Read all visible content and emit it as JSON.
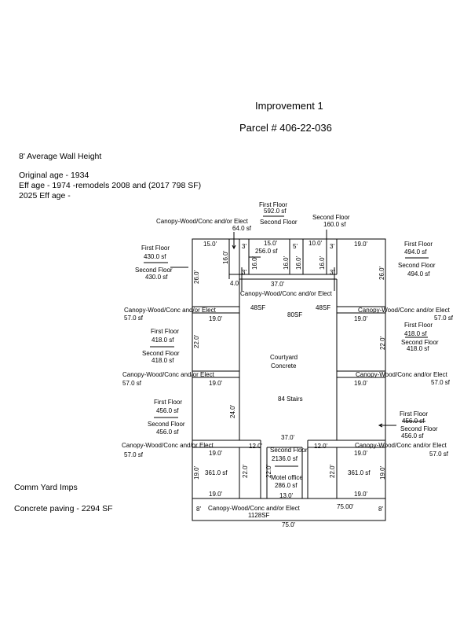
{
  "header": {
    "title": "Improvement 1",
    "parcel": "Parcel # 406-22-036"
  },
  "notes": {
    "wall_height": "8' Average Wall Height",
    "original_age": "Original age - 1934",
    "eff_age": "Eff age - 1974 -remodels 2008 and (2017 798 SF)",
    "eff_age_2025": "2025 Eff age -",
    "comm_yard": "Comm Yard Imps",
    "concrete_paving": "Concrete paving - 2294 SF"
  },
  "labels": {
    "canopy_line": "Canopy-Wood/Conc  and/or  Elect",
    "top_center_first": "First Floor",
    "top_center_area": "592.0 sf",
    "top_center_second": "Second Floor",
    "top_canopy_area": "64.0 sf",
    "top_right_second": "Second Floor",
    "top_right_area": "160.0 sf",
    "left_top_first": "First Floor",
    "left_top_first_area": "430.0 sf",
    "left_top_second": "Second Floor",
    "left_top_second_area": "430.0 sf",
    "right_top_first": "First Floor",
    "right_top_first_area": "494.0 sf",
    "right_top_second": "Second Floor",
    "right_top_second_area": "494.0 sf",
    "canopy_57_a": "57.0 sf",
    "canopy_57_b": "57.0 sf",
    "canopy_57_c": "57.0 sf",
    "canopy_57_d": "57.0 sf",
    "canopy_57_e": "57.0 sf",
    "canopy_57_f": "57.0 sf",
    "left_mid_first": "First Floor",
    "left_mid_first_area": "418.0 sf",
    "left_mid_second": "Second Floor",
    "left_mid_second_area": "418.0 sf",
    "right_mid_first": "First Floor",
    "right_mid_first_area": "418.0 sf",
    "right_mid_second": "Second Floor",
    "right_mid_second_area": "418.0 sf",
    "left_low_first": "First Floor",
    "left_low_first_area": "456.0 sf",
    "left_low_second": "Second Floor",
    "left_low_second_area": "456.0 sf",
    "right_low_first": "First Floor",
    "right_low_first_area": "456.0 sf",
    "right_low_second": "Second Floor",
    "right_low_second_area": "456.0 sf",
    "top_inner_area": "256.0 sf",
    "sf48_left": "48SF",
    "sf48_right": "48SF",
    "sf80": "80SF",
    "courtyard": "Courtyard",
    "courtyard_material": "Concrete",
    "stairs": "84 Stairs",
    "bottom_second": "Second Floor",
    "bottom_second_area": "2136.0 sf",
    "motel_office": "Motel office",
    "motel_office_area": "286.0 sf",
    "left_bottom_area": "361.0 sf",
    "right_bottom_area": "361.0 sf",
    "bottom_canopy_area": "1128SF"
  },
  "dims": {
    "d15_left": "15.0'",
    "d15_inner": "15.0'",
    "d3_a": "3'",
    "d5": "5'",
    "d10": "10.0'",
    "d3_b": "3'",
    "d19_top_right": "19.0'",
    "d16_a": "16.0'",
    "d16_b": "16.0'",
    "d16_c": "16.0'",
    "d16_d": "16.0'",
    "d16_e": "16.0'",
    "d3_c": "3'",
    "d3_d": "3'",
    "d26_left": "26.0'",
    "d26_right": "26.0'",
    "d4": "4.0'",
    "d37_top": "37.0'",
    "d19_l1": "19.0'",
    "d19_r1": "19.0'",
    "d22_left": "22.0'",
    "d22_right": "22.0'",
    "d19_l2": "19.0'",
    "d19_r2": "19.0'",
    "d24": "24.0'",
    "d37_mid": "37.0'",
    "d12_left": "12.0'",
    "d12_right": "12.0'",
    "d19_l3": "19.0'",
    "d19_r3": "19.0'",
    "d19_vl": "19.0'",
    "d22_vl": "22.0'",
    "d22_vm1": "22.0'",
    "d22_vm2": "22.0'",
    "d19_vr": "19.0'",
    "d19_bl": "19.0'",
    "d13": "13.0'",
    "d19_br": "19.0'",
    "d8_left": "8'",
    "d75_inner": "75.00'",
    "d8_right": "8'",
    "d75_bottom": "75.0'"
  }
}
